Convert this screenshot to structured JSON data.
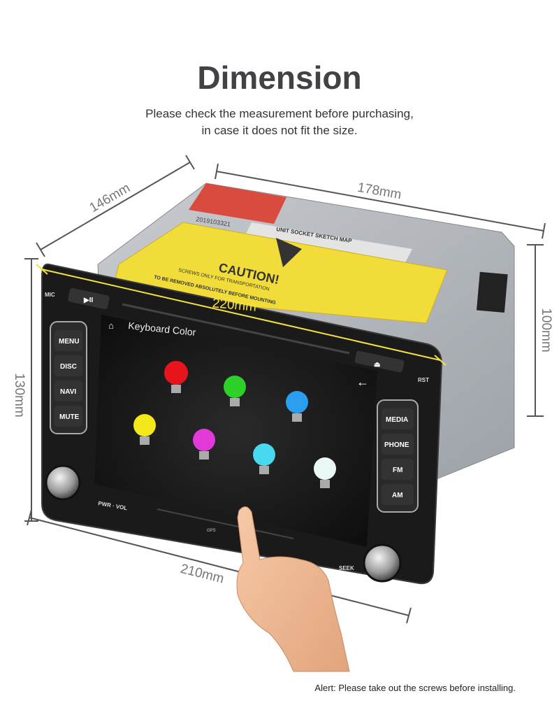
{
  "header": {
    "title": "Dimension",
    "subtitle_line1": "Please check the measurement before purchasing,",
    "subtitle_line2": "in case it does not fit the size."
  },
  "dimensions": {
    "depth": "146mm",
    "width_back": "178mm",
    "height_back": "100mm",
    "height_front": "130mm",
    "width_front": "210mm",
    "diagonal": "220mm"
  },
  "sticker": {
    "caution": "CAUTION!",
    "line1": "SCREWS ONLY FOR TRANSPORTATION",
    "line2": "TO BE REMOVED ABSOLUTELY BEFORE MOUNTING",
    "map_title": "UNIT SOCKET SKETCH MAP",
    "serial": "2019103321"
  },
  "device": {
    "screen_title": "Keyboard Color",
    "left_buttons": [
      "MENU",
      "DISC",
      "NAVI",
      "MUTE"
    ],
    "right_buttons": [
      "MEDIA",
      "PHONE",
      "FM",
      "AM"
    ],
    "mic_label": "MIC",
    "rst_label": "RST",
    "pwr_label": "PWR · VOL",
    "seek_label": "SEEK",
    "gps_label": "GPS",
    "play_pause": "▶II",
    "eject": "⏏",
    "back": "←",
    "bulb_colors": [
      "#e8141c",
      "#2ed02a",
      "#2a9ff0",
      "#f2e81a",
      "#e23ad8",
      "#48d8f0",
      "#e8f8f4"
    ]
  },
  "footer": {
    "alert": "Alert: Please take out the screws before installing."
  }
}
